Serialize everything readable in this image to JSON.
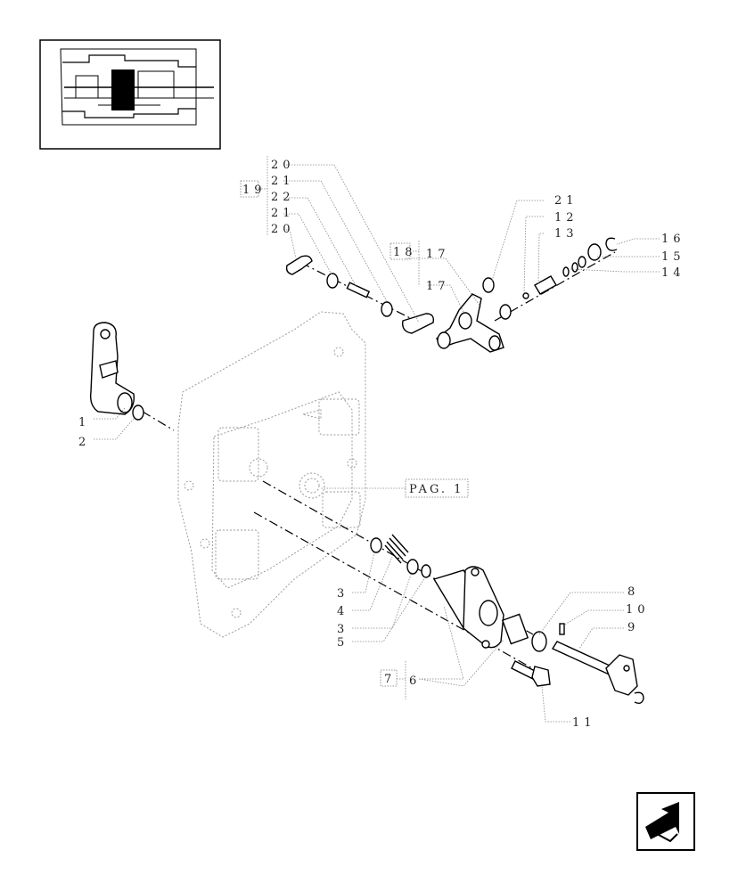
{
  "diagram": {
    "callouts": {
      "c1": "1",
      "c2": "2",
      "c3a": "3",
      "c4": "4",
      "c3b": "3",
      "c5": "5",
      "c6": "6",
      "c7": "7",
      "c8": "8",
      "c9": "9",
      "c10": "10",
      "c11": "11",
      "c12": "12",
      "c13": "13",
      "c14": "14",
      "c15": "15",
      "c16": "16",
      "c17a": "17",
      "c17b": "17",
      "c18": "18",
      "c19": "19",
      "c20a": "20",
      "c21a": "21",
      "c22": "22",
      "c21b": "21",
      "c20b": "20",
      "c21c": "21"
    },
    "page_ref": "PAG. 1",
    "nav_icon": "next-page-arrow-icon"
  }
}
